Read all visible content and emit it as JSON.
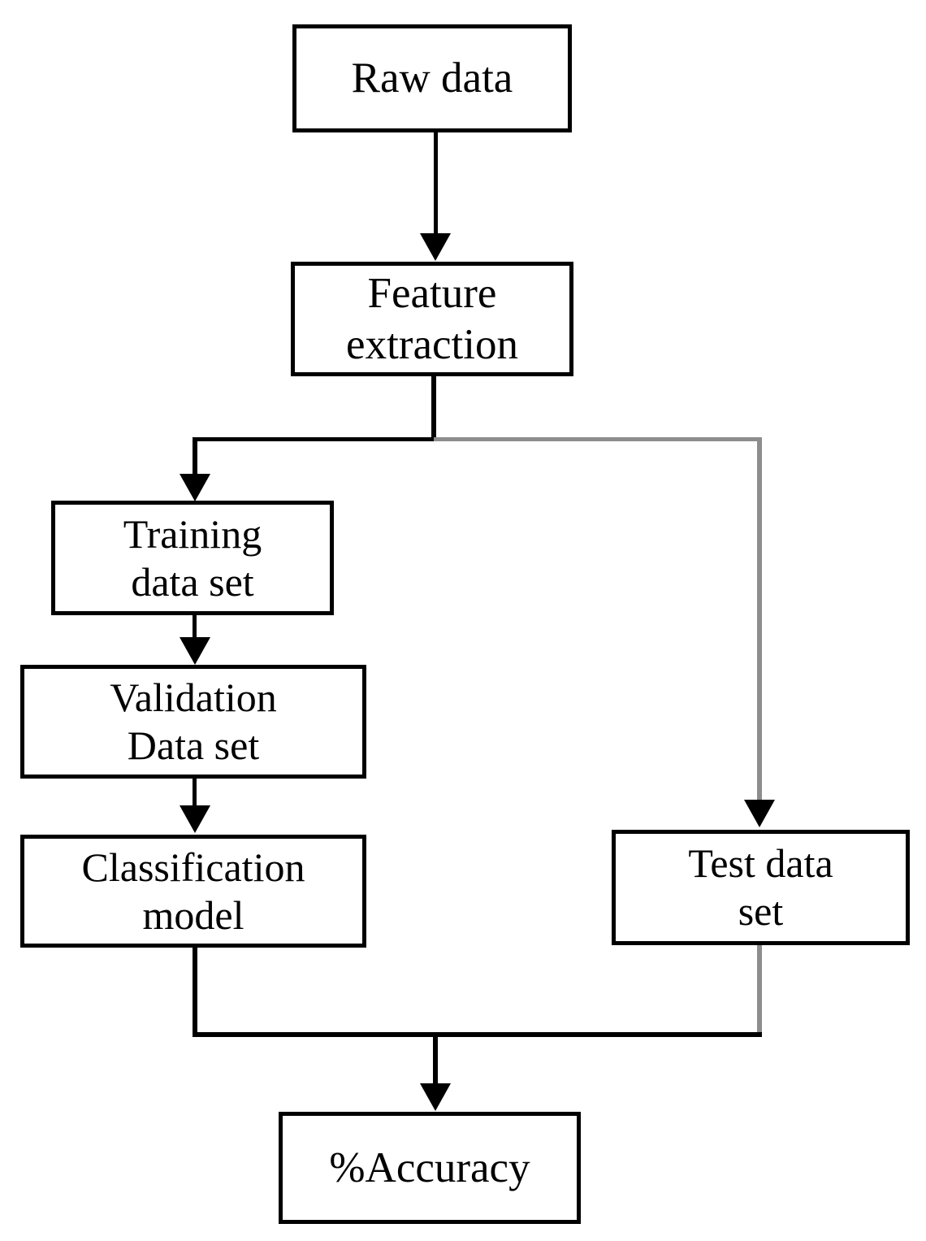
{
  "diagram": {
    "title": "Machine learning classification pipeline flowchart",
    "background_color": "#ffffff",
    "stroke_color": "#000000",
    "secondary_stroke_color": "#8d8d8d",
    "nodes": [
      {
        "id": "raw_data",
        "lines": [
          "Raw data"
        ]
      },
      {
        "id": "feature",
        "lines": [
          "Feature",
          "extraction"
        ]
      },
      {
        "id": "training",
        "lines": [
          "Training",
          "data set"
        ]
      },
      {
        "id": "validation",
        "lines": [
          "Validation",
          "Data set"
        ]
      },
      {
        "id": "classification",
        "lines": [
          "Classification",
          "model"
        ]
      },
      {
        "id": "test",
        "lines": [
          "Test data",
          "set"
        ]
      },
      {
        "id": "accuracy",
        "lines": [
          "%Accuracy"
        ]
      }
    ],
    "edges": [
      {
        "from": "raw_data",
        "to": "feature"
      },
      {
        "from": "feature",
        "to": "training"
      },
      {
        "from": "feature",
        "to": "test"
      },
      {
        "from": "training",
        "to": "validation"
      },
      {
        "from": "validation",
        "to": "classification"
      },
      {
        "from": "classification",
        "to": "accuracy"
      },
      {
        "from": "test",
        "to": "accuracy"
      }
    ]
  }
}
